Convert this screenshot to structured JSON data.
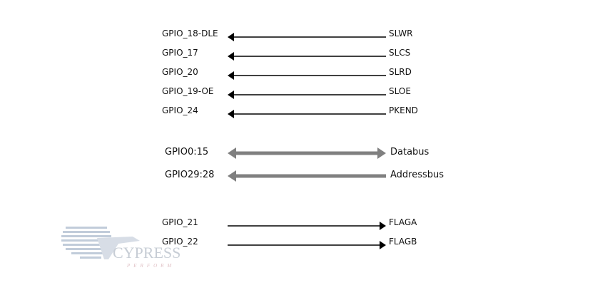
{
  "signals": [
    {
      "left": "GPIO_18-DLE",
      "right": "SLWR",
      "dir": "left",
      "type": "thin"
    },
    {
      "left": "GPIO_17",
      "right": "SLCS",
      "dir": "left",
      "type": "thin"
    },
    {
      "left": "GPIO_20",
      "right": "SLRD",
      "dir": "left",
      "type": "thin"
    },
    {
      "left": "GPIO_19-OE",
      "right": "SLOE",
      "dir": "left",
      "type": "thin"
    },
    {
      "left": "GPIO_24",
      "right": "PKEND",
      "dir": "left",
      "type": "thin"
    },
    {
      "left": "GPIO0:15",
      "right": "Databus",
      "dir": "both",
      "type": "bus"
    },
    {
      "left": "GPIO29:28",
      "right": "Addressbus",
      "dir": "left",
      "type": "bus"
    },
    {
      "left": "GPIO_21",
      "right": "FLAGA",
      "dir": "right",
      "type": "thin"
    },
    {
      "left": "GPIO_22",
      "right": "FLAGB",
      "dir": "right",
      "type": "thin"
    }
  ],
  "logo": {
    "name": "CYPRESS",
    "tagline": "PERFORM"
  },
  "colors": {
    "bus": "#808080",
    "wire": "#000000"
  }
}
